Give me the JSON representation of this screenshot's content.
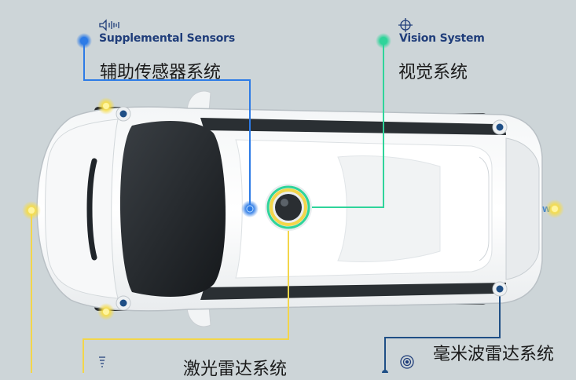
{
  "labels": {
    "supplemental": {
      "en": "Supplemental Sensors",
      "zh": "辅助传感器系统"
    },
    "vision": {
      "en": "Vision System",
      "zh": "视觉系统"
    },
    "lidar": {
      "zh": "激光雷达系统"
    },
    "radar": {
      "zh": "毫米波雷达系统"
    }
  },
  "colors": {
    "background": "#cdd5d8",
    "supplemental": "#2d7be6",
    "vision": "#2fd49a",
    "lidar": "#f3d64a",
    "radar": "#1f4f86",
    "heading": "#1f3d7a"
  },
  "icons": {
    "supplemental": "speaker-waves-icon",
    "vision": "eye-target-icon",
    "lidar": "lidar-signal-icon",
    "radar": "radar-rings-icon"
  }
}
